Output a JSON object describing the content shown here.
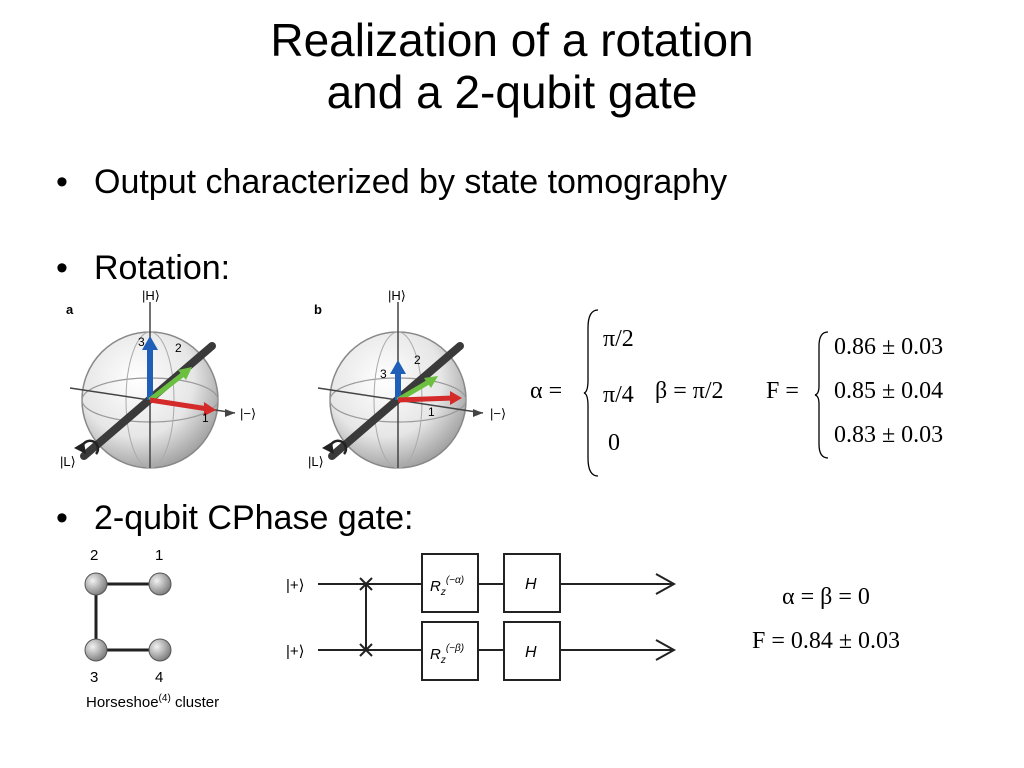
{
  "title": {
    "line1": "Realization of a rotation",
    "line2": "and a 2-qubit gate"
  },
  "bullets": {
    "b1": "Output characterized by state tomography",
    "b2": "Rotation:",
    "b3": "2-qubit CPhase gate:"
  },
  "rotation_figure": {
    "panel_a": "a",
    "panel_b": "b",
    "ket_H": "|H⟩",
    "ket_minus": "|−⟩",
    "ket_L": "|L⟩",
    "arrow_labels": [
      "1",
      "2",
      "3"
    ]
  },
  "rotation_equations": {
    "alpha_lhs": "α =",
    "alpha_cases": [
      "π/2",
      "π/4",
      "0"
    ],
    "beta": "β = π/2",
    "F_lhs": "F =",
    "F_cases": [
      "0.86 ± 0.03",
      "0.85 ± 0.04",
      "0.83 ± 0.03"
    ]
  },
  "cluster": {
    "node_labels": [
      "2",
      "1",
      "3",
      "4"
    ],
    "caption": "Horseshoe",
    "caption_sup": "(4)",
    "caption_tail": " cluster"
  },
  "circuit": {
    "input1": "|+⟩",
    "input2": "|+⟩",
    "rz_base": "R",
    "rz_sub": "z",
    "rz1_angle": "(−α)",
    "rz2_angle": "(−β)",
    "h": "H"
  },
  "gate_equations": {
    "line1": "α = β = 0",
    "line2": "F = 0.84 ± 0.03"
  }
}
